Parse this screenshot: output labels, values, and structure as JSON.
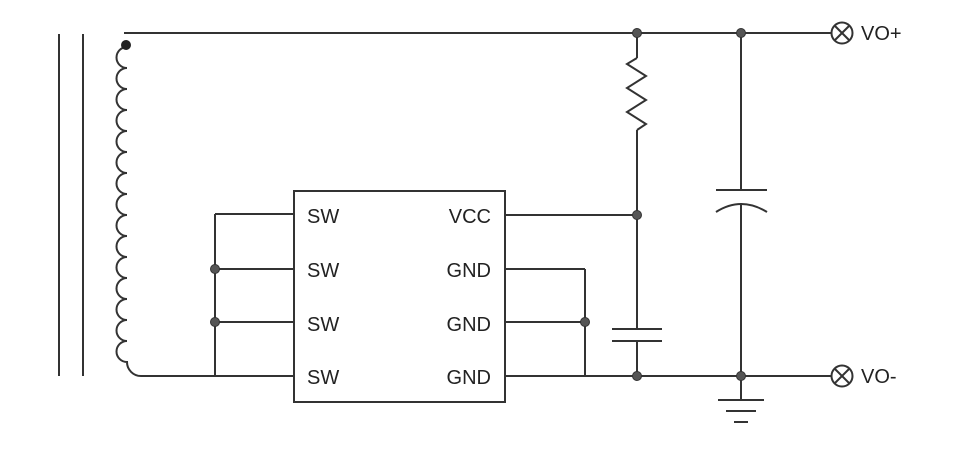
{
  "chip": {
    "left_pins": [
      "SW",
      "SW",
      "SW",
      "SW"
    ],
    "right_pins": [
      "VCC",
      "GND",
      "GND",
      "GND"
    ]
  },
  "terminals": {
    "positive": "VO+",
    "negative": "VO-"
  },
  "colors": {
    "wire": "#333333",
    "junction": "#555555"
  }
}
